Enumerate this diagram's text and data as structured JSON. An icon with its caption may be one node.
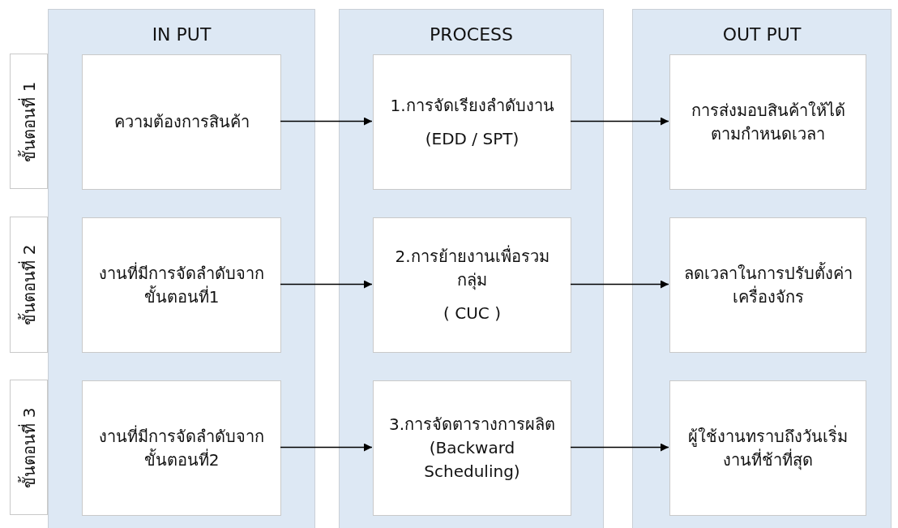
{
  "diagram": {
    "nodes": [
      {
        "text": [
          "IN PUT"
        ]
      },
      {
        "text": [
          "PROCESS"
        ]
      },
      {
        "text": [
          "OUT PUT"
        ]
      },
      {
        "text": [
          "ขั้นตอนที่ 1"
        ]
      },
      {
        "text": [
          "ความต้องการสินค้า"
        ],
        "in": 0
      },
      {
        "text": [
          "1.การจัดเรียงลำดับงาน",
          "(EDD / SPT)"
        ],
        "in": 1
      },
      {
        "text": [
          "การส่งมอบสินค้าให้ได้ตามกำหนดเวลา"
        ],
        "in": 2
      },
      {
        "text": [
          "ขั้นตอนที่ 2"
        ]
      },
      {
        "text": [
          "งานที่มีการจัดลำดับจากขั้นตอนที่1"
        ],
        "in": 0
      },
      {
        "text": [
          "2.การย้ายงานเพื่อรวมกลุ่ม",
          "( CUC )"
        ],
        "in": 1
      },
      {
        "text": [
          "ลดเวลาในการปรับตั้งค่าเครื่องจักร"
        ],
        "in": 2
      },
      {
        "text": [
          "ขั้นตอนที่ 3"
        ]
      },
      {
        "text": [
          "งานที่มีการจัดลำดับจากขั้นตอนที่2"
        ],
        "in": 0
      },
      {
        "text": [
          "3.การจัดตารางการผลิต (Backward Scheduling)"
        ],
        "in": 1
      },
      {
        "text": [
          "ผู้ใช้งานทราบถึงวันเริ่มงานที่ช้าที่สุด"
        ],
        "in": 2
      }
    ],
    "edges": [
      {
        "from": 4,
        "to": 5,
        "arrow": "to"
      },
      {
        "from": 5,
        "to": 6,
        "arrow": "to"
      },
      {
        "from": 8,
        "to": 9,
        "arrow": "to"
      },
      {
        "from": 9,
        "to": 10,
        "arrow": "to"
      },
      {
        "from": 12,
        "to": 13,
        "arrow": "to"
      },
      {
        "from": 13,
        "to": 14,
        "arrow": "to"
      }
    ]
  }
}
